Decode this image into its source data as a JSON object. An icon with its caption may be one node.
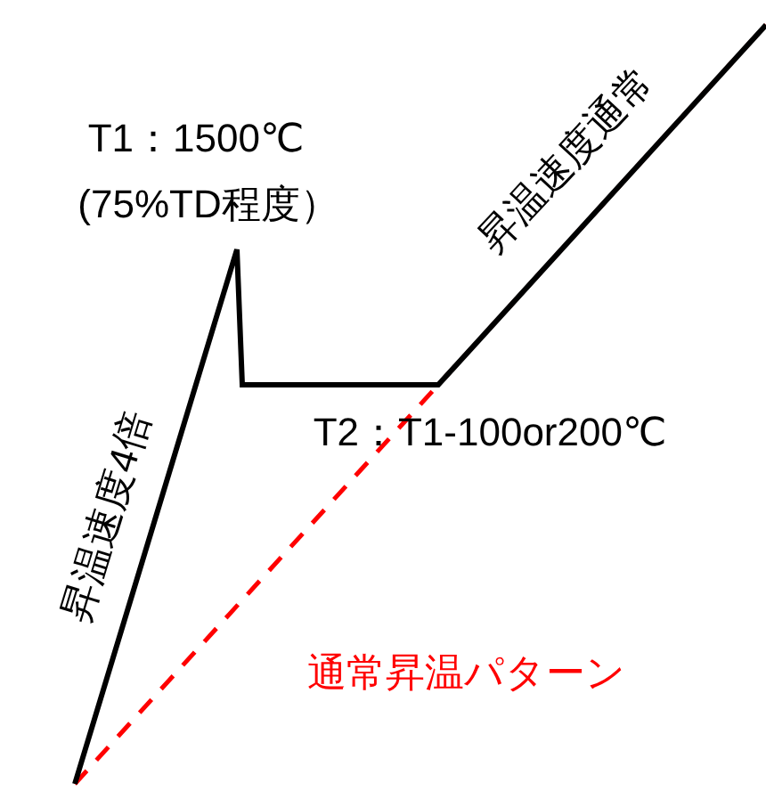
{
  "diagram": {
    "labels": [
      "T1：1500℃",
      "(75%TD程度）",
      "昇温速度通常",
      "昇温速度4倍",
      "T2：T1-100or200℃",
      "通常昇温パターン"
    ]
  }
}
